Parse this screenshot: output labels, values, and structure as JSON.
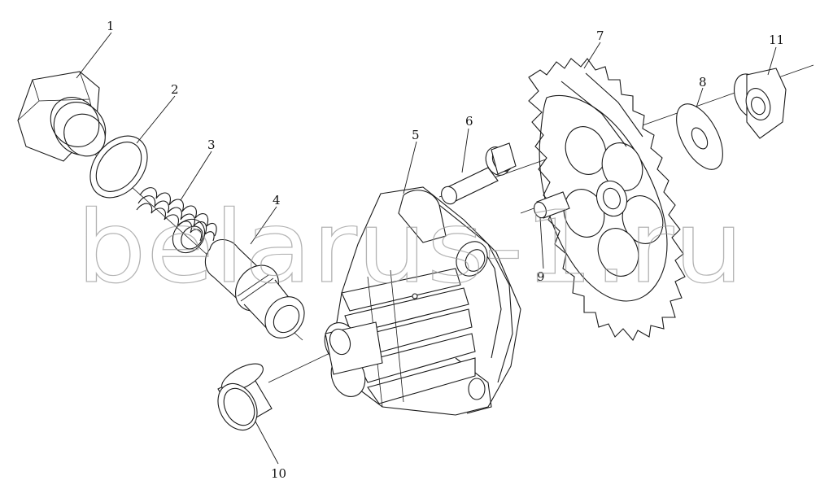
{
  "diagram": {
    "callouts": [
      {
        "id": "1",
        "label": "1"
      },
      {
        "id": "2",
        "label": "2"
      },
      {
        "id": "3",
        "label": "3"
      },
      {
        "id": "4",
        "label": "4"
      },
      {
        "id": "5",
        "label": "5"
      },
      {
        "id": "6",
        "label": "6"
      },
      {
        "id": "7",
        "label": "7"
      },
      {
        "id": "8",
        "label": "8"
      },
      {
        "id": "9",
        "label": "9"
      },
      {
        "id": "10",
        "label": "10"
      },
      {
        "id": "11",
        "label": "11"
      }
    ],
    "watermark": "belarus-1.ru"
  }
}
